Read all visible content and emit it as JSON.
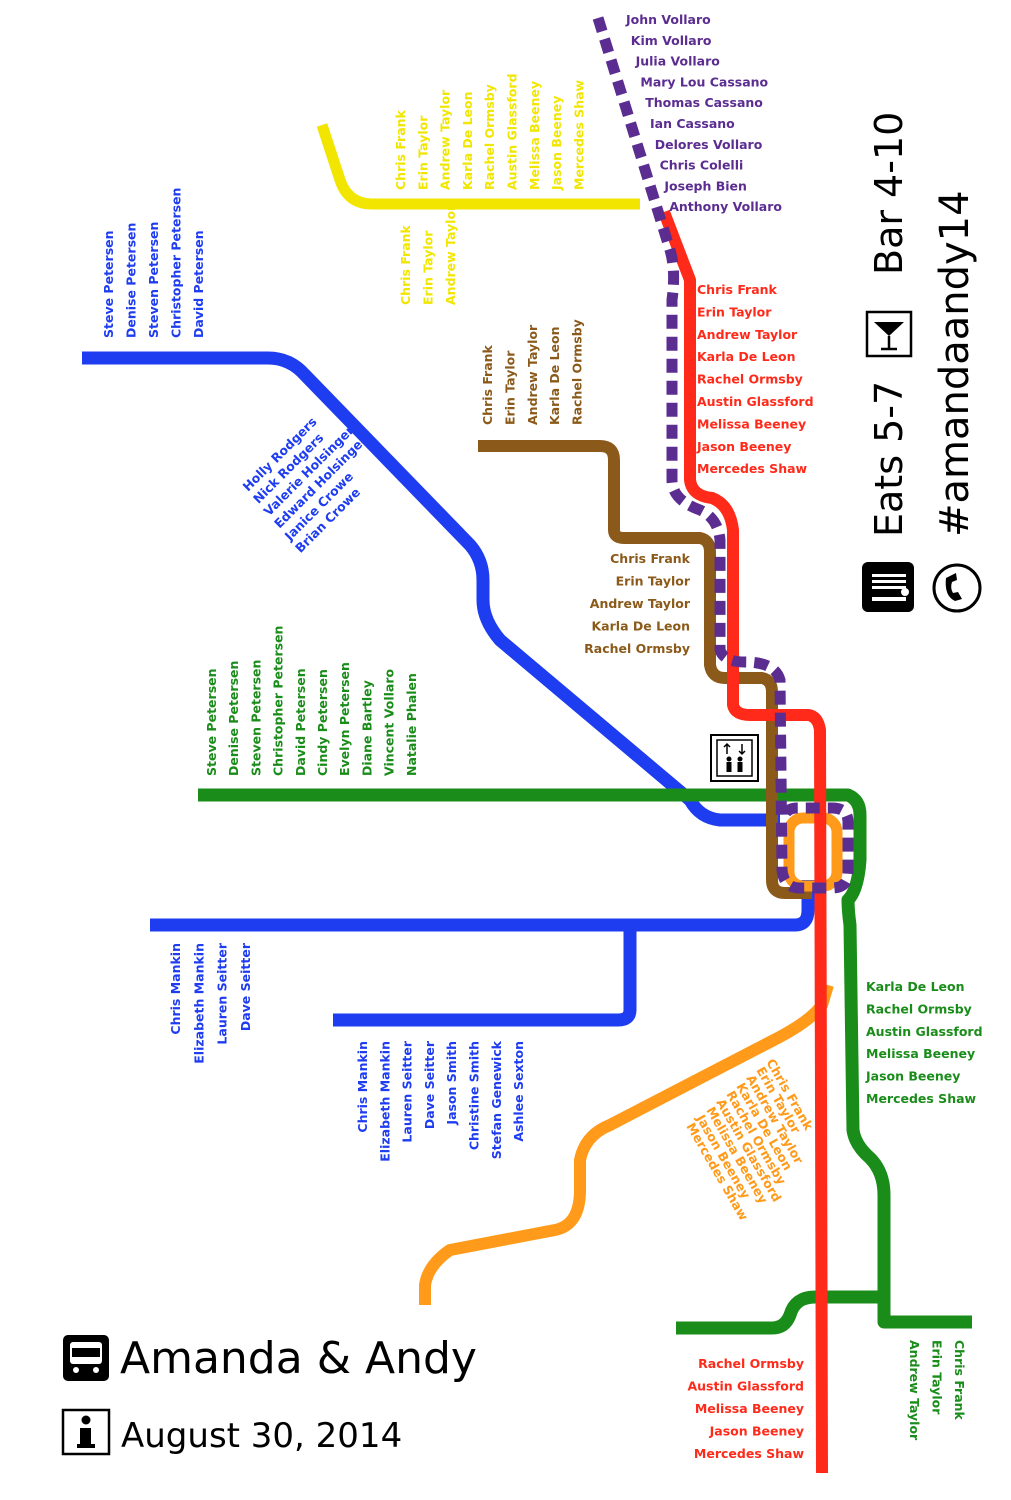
{
  "title": "Amanda & Andy",
  "date": "August 30, 2014",
  "schedule": {
    "eats": "Eats 5-7",
    "bar": "Bar 4-10",
    "hashtag": "#amandaandy14"
  },
  "icons": {
    "bus": "bus-icon",
    "info": "info-icon",
    "eats": "fork-knife-icon",
    "bar": "martini-glass-icon",
    "phone": "phone-icon",
    "elevator": "elevator-icon"
  },
  "colors": {
    "purple": "#5c2d91",
    "yellow": "#f2e600",
    "red": "#ff2a1a",
    "brown": "#8b5a1a",
    "blue": "#1e3cf0",
    "green": "#1a8c1a",
    "orange": "#ff9a1a"
  },
  "lines": {
    "purple": [
      "John Vollaro",
      "Kim Vollaro",
      "Julia Vollaro",
      "Mary Lou Cassano",
      "Thomas Cassano",
      "Ian Cassano",
      "Delores Vollaro",
      "Chris Colelli",
      "Joseph Bien",
      "Anthony Vollaro"
    ],
    "yellow_a": [
      "Chris Frank",
      "Erin Taylor",
      "Andrew Taylor",
      "Karla De Leon",
      "Rachel Ormsby",
      "Austin Glassford",
      "Melissa Beeney",
      "Jason Beeney",
      "Mercedes Shaw"
    ],
    "yellow_b": [
      "Chris Frank",
      "Erin Taylor",
      "Andrew Taylor"
    ],
    "red_top": [
      "Chris Frank",
      "Erin Taylor",
      "Andrew Taylor",
      "Karla De Leon",
      "Rachel Ormsby",
      "Austin Glassford",
      "Melissa Beeney",
      "Jason Beeney",
      "Mercedes Shaw"
    ],
    "brown_top": [
      "Chris Frank",
      "Erin Taylor",
      "Andrew Taylor",
      "Karla De Leon",
      "Rachel Ormsby"
    ],
    "brown_mid": [
      "Chris Frank",
      "Erin Taylor",
      "Andrew Taylor",
      "Karla De Leon",
      "Rachel Ormsby"
    ],
    "blue_top": [
      "Steve Petersen",
      "Denise Petersen",
      "Steven Petersen",
      "Christopher Petersen",
      "David Petersen"
    ],
    "blue_diag": [
      "Holly Rodgers",
      "Nick Rodgers",
      "Valerie Holsinger",
      "Edward Holsinger",
      "Janice Crowe",
      "Brian Crowe"
    ],
    "green_top": [
      "Steve Petersen",
      "Denise Petersen",
      "Steven Petersen",
      "Christopher Petersen",
      "David Petersen",
      "Cindy Petersen",
      "Evelyn Petersen",
      "Diane Bartley",
      "Vincent Vollaro",
      "Natalie Phalen"
    ],
    "blue_low_a": [
      "Chris Mankin",
      "Elizabeth Mankin",
      "Lauren Seitter",
      "Dave Seitter"
    ],
    "blue_low_b": [
      "Chris Mankin",
      "Elizabeth Mankin",
      "Lauren Seitter",
      "Dave Seitter",
      "Jason Smith",
      "Christine Smith",
      "Stefan Genewick",
      "Ashlee Sexton"
    ],
    "green_right": [
      "Karla De Leon",
      "Rachel Ormsby",
      "Austin Glassford",
      "Melissa Beeney",
      "Jason Beeney",
      "Mercedes Shaw"
    ],
    "orange": [
      "Chris Frank",
      "Erin Taylor",
      "Andrew Taylor",
      "Karla De Leon",
      "Rachel Ormsby",
      "Austin Glassford",
      "Melissa Beeney",
      "Jason Beeney",
      "Mercedes Shaw"
    ],
    "red_bottom": [
      "Rachel Ormsby",
      "Austin Glassford",
      "Melissa Beeney",
      "Jason Beeney",
      "Mercedes Shaw"
    ],
    "green_bottom": [
      "Chris Frank",
      "Erin Taylor",
      "Andrew Taylor"
    ]
  }
}
